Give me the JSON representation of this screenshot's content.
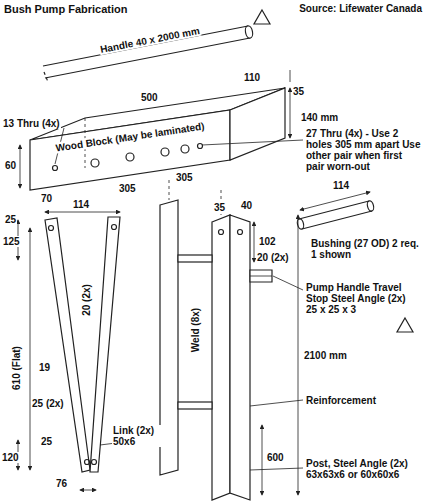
{
  "diagram": {
    "title": "Bush Pump Fabrication",
    "labels": [
      "Source: Lifewater Canada",
      "Handle 40 x 2000 mm",
      "Wood Block (May be laminated)",
      "110",
      "140 mm",
      "35",
      "500",
      "305",
      "305",
      "70",
      "60",
      "13 Thru (4x)",
      "27 Thru (4x) - Use 2 holes 305 mm apart Use other pair when first pair worn-out",
      "114",
      "Bushing (27 OD) 2 req. 1 shown",
      "35",
      "40",
      "102",
      "20 (2x)",
      "Pump Handle Travel Stop Steel Angle (2x) 25 x 25 x 3",
      "Weld (8x)",
      "2100 mm",
      "Reinforcement",
      "600",
      "Post, Steel Angle (2x) 63x63x6 or 60x60x6",
      "114",
      "25",
      "125",
      "20 (2x)",
      "19",
      "610 (Flat)",
      "25 (2x)",
      "25",
      "120",
      "Link (2x) 50x6",
      "76"
    ]
  }
}
